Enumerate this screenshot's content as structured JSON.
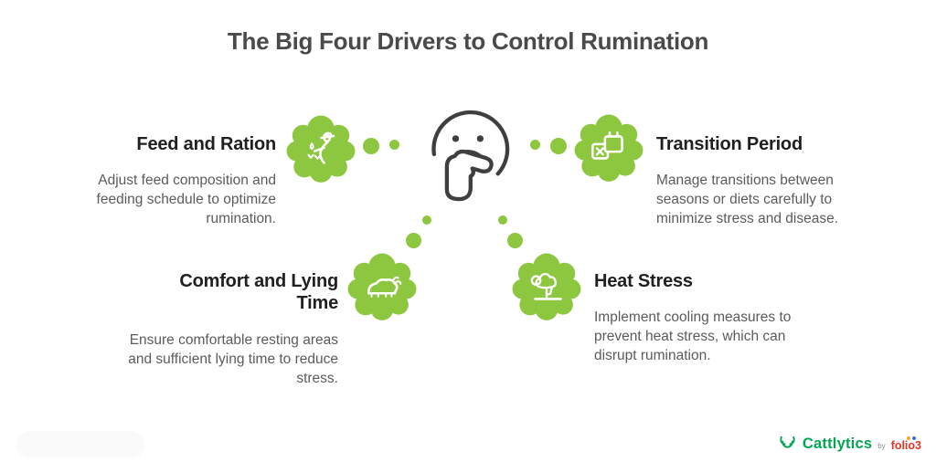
{
  "title": "The Big Four Drivers to Control Rumination",
  "sections": [
    {
      "id": "feed",
      "heading": "Feed and Ration",
      "description": "Adjust feed composition and feeding schedule to optimize rumination.",
      "icon": "sower-icon"
    },
    {
      "id": "transition",
      "heading": "Transition Period",
      "description": "Manage transitions between seasons or diets carefully to minimize stress and disease.",
      "icon": "transition-calendars-icon"
    },
    {
      "id": "comfort",
      "heading": "Comfort and Lying Time",
      "description": "Ensure comfortable resting areas and sufficient lying time to reduce stress.",
      "icon": "lying-cow-icon"
    },
    {
      "id": "heat",
      "heading": "Heat Stress",
      "description": "Implement cooling measures to prevent heat stress, which can disrupt rumination.",
      "icon": "sun-cloud-icon"
    }
  ],
  "center": {
    "icon": "thinking-face-icon"
  },
  "footer": {
    "brand": "Cattlytics",
    "by": "by",
    "partner": "folio3"
  },
  "colors": {
    "bubble_green": "#8DC63F",
    "title_gray": "#4A4A4A",
    "heading_dark": "#202020",
    "body_gray": "#5B5B5B",
    "brand_green": "#00A651",
    "folio_red": "#E53328",
    "folio_orange": "#F7A823",
    "folio_blue": "#3B6FD8"
  }
}
